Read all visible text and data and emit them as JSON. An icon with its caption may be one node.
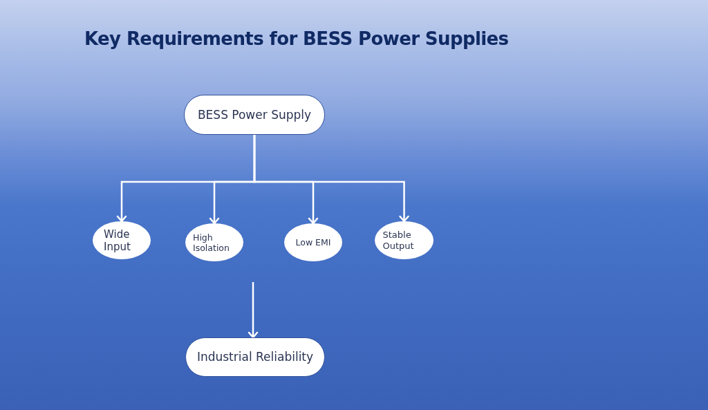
{
  "diagram": {
    "title": "Key Requirements for BESS Power Supplies",
    "nodes": [
      {
        "text": [
          "BESS Power Supply"
        ]
      },
      {
        "text": [
          "Wide Input"
        ]
      },
      {
        "text": [
          "High Isolation"
        ]
      },
      {
        "text": [
          "Low EMI"
        ]
      },
      {
        "text": [
          "Stable Output"
        ]
      },
      {
        "text": [
          "Industrial Reliability"
        ]
      }
    ],
    "edges": [
      {
        "from": 0,
        "to": 1,
        "arrow": "to"
      },
      {
        "from": 0,
        "to": 2,
        "arrow": "to"
      },
      {
        "from": 0,
        "to": 3,
        "arrow": "to"
      },
      {
        "from": 0,
        "to": 4,
        "arrow": "to"
      },
      {
        "from": null,
        "to": 5,
        "arrow": "to"
      }
    ]
  }
}
